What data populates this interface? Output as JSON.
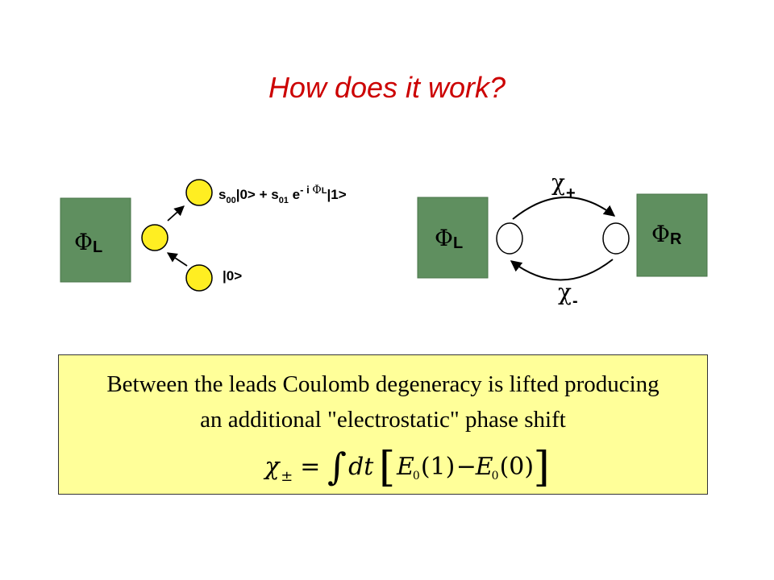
{
  "slide": {
    "title": "How does it work?",
    "colors": {
      "title": "#cc0000",
      "lead": "#5f8f5f",
      "dot": "#ffee22",
      "note_bg": "#ffff99"
    }
  },
  "diagram_left": {
    "lead_label": "ΦL",
    "state_top": "s00|0> + s01 e-i ΦL|1>",
    "state_bottom": "|0>"
  },
  "diagram_right": {
    "lead_left_label": "ΦL",
    "lead_right_label": "ΦR",
    "chi_plus": "χ+",
    "chi_minus": "χ-"
  },
  "note": {
    "line1": "Between the leads Coulomb degeneracy is lifted producing",
    "line2": "an additional \"electrostatic\" phase shift",
    "formula": "χ± = ∫ dt [E0(1) − E0(0)]"
  }
}
